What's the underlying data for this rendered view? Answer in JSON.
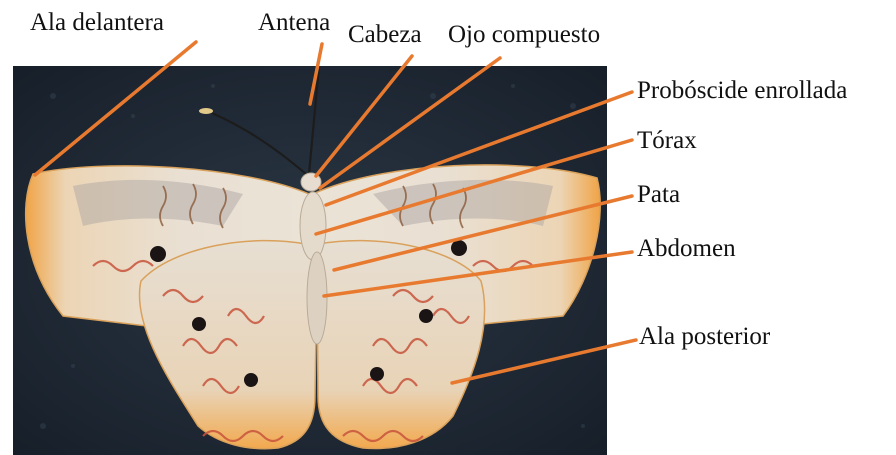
{
  "labels": {
    "ala_delantera": "Ala delantera",
    "antena": "Antena",
    "cabeza": "Cabeza",
    "ojo_compuesto": "Ojo compuesto",
    "proboscide": "Probóscide enrollada",
    "torax": "Tórax",
    "pata": "Pata",
    "abdomen": "Abdomen",
    "ala_posterior": "Ala posterior"
  },
  "colors": {
    "leader_line": "#e87a30",
    "background_photo": "#1f2a36",
    "wing_base": "#e8dccb",
    "wing_edge_orange": "#f0a446",
    "wing_pattern_red": "#c8543c",
    "wing_band_gray": "#a9a2a0",
    "spot_black": "#1a1414"
  }
}
